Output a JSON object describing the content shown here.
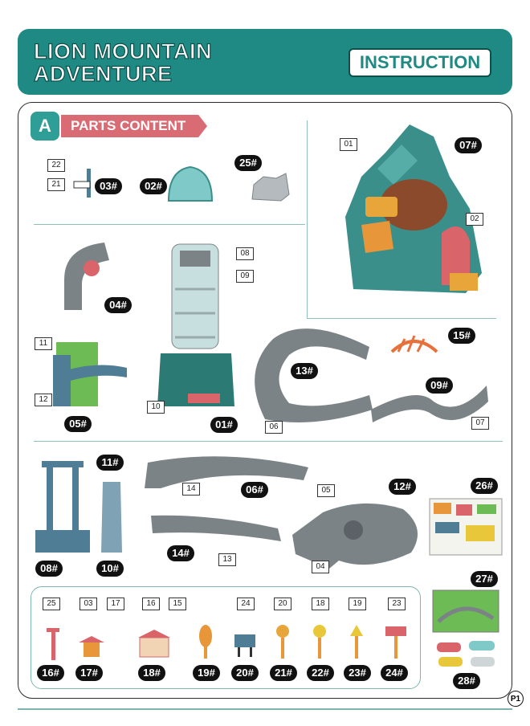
{
  "header": {
    "title_line1": "LION MOUNTAIN",
    "title_line2": "ADVENTURE",
    "badge": "INSTRUCTION"
  },
  "section": {
    "letter": "A",
    "title": "PARTS CONTENT"
  },
  "part_numbers": [
    "07#",
    "03#",
    "02#",
    "25#",
    "04#",
    "01#",
    "05#",
    "13#",
    "15#",
    "09#",
    "11#",
    "06#",
    "12#",
    "26#",
    "08#",
    "10#",
    "14#",
    "27#",
    "16#",
    "17#",
    "18#",
    "19#",
    "20#",
    "21#",
    "22#",
    "23#",
    "24#",
    "28#"
  ],
  "labels": {
    "l01": "01",
    "l02": "02",
    "l22": "22",
    "l21": "21",
    "l08": "08",
    "l09": "09",
    "l11": "11",
    "l12": "12",
    "l10": "10",
    "l06": "06",
    "l07": "07",
    "l14": "14",
    "l05": "05",
    "l13": "13",
    "l04": "04",
    "b25": "25",
    "b03": "03",
    "b17": "17",
    "b16": "16",
    "b15": "15",
    "b24": "24",
    "b20": "20",
    "b18": "18",
    "b19": "19",
    "b23": "23"
  },
  "page_marker": "P1",
  "colors": {
    "teal": "#1f8a83",
    "pink": "#d96b74",
    "grey": "#7c8387",
    "orange": "#e8963a",
    "blue": "#4f7d96"
  }
}
